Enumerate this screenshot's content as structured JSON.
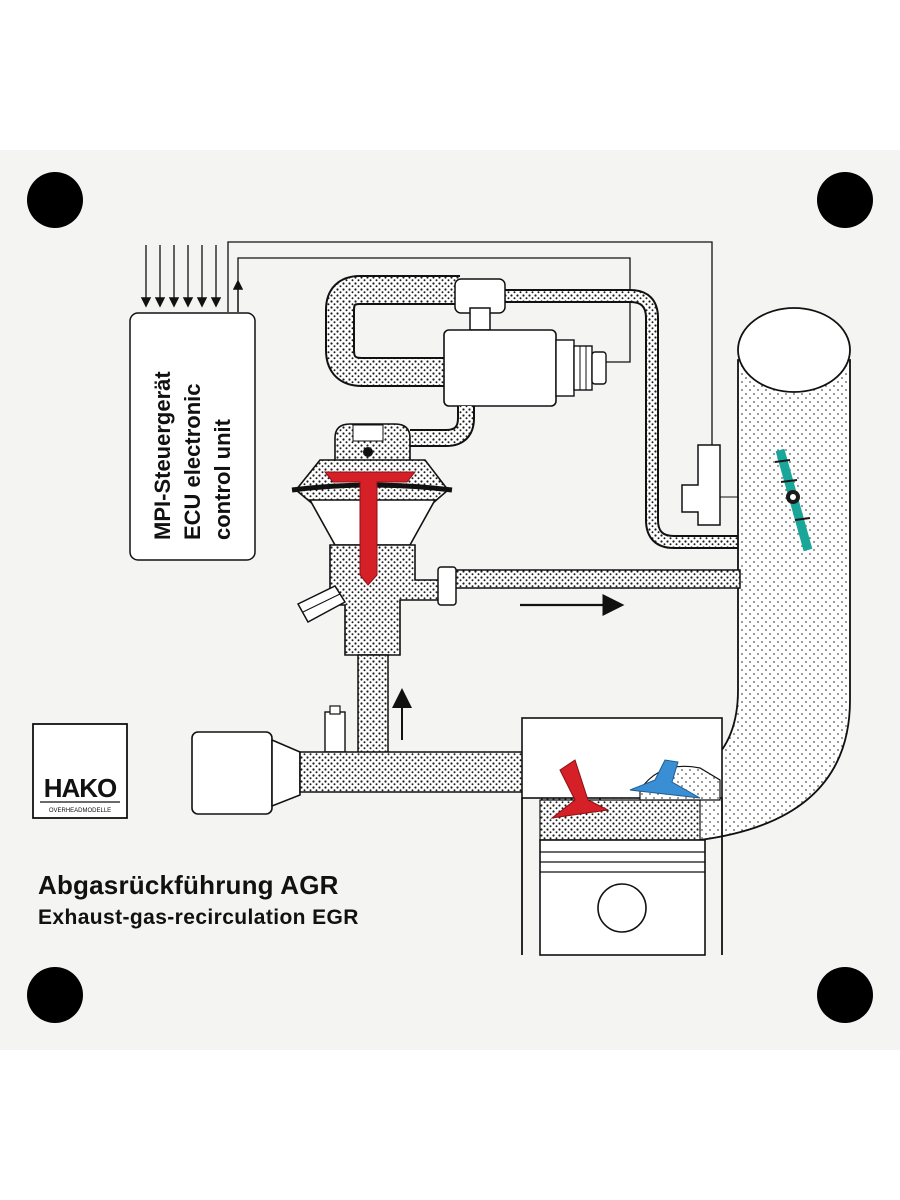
{
  "ecu": {
    "line1": "MPI-Steuergerät",
    "line2": "ECU  electronic",
    "line3": "control unit"
  },
  "logo": {
    "brand": "HAKO",
    "sub": "OVERHEADMODELLE"
  },
  "title": {
    "german": "Abgasrückführung AGR",
    "english": "Exhaust-gas-recirculation EGR"
  },
  "colors": {
    "board": "#f4f4f2",
    "valve_red": "#d62027",
    "valve_blue": "#3a8fd4",
    "throttle_teal": "#1aa79a",
    "stipple": "#1a1a1a"
  }
}
